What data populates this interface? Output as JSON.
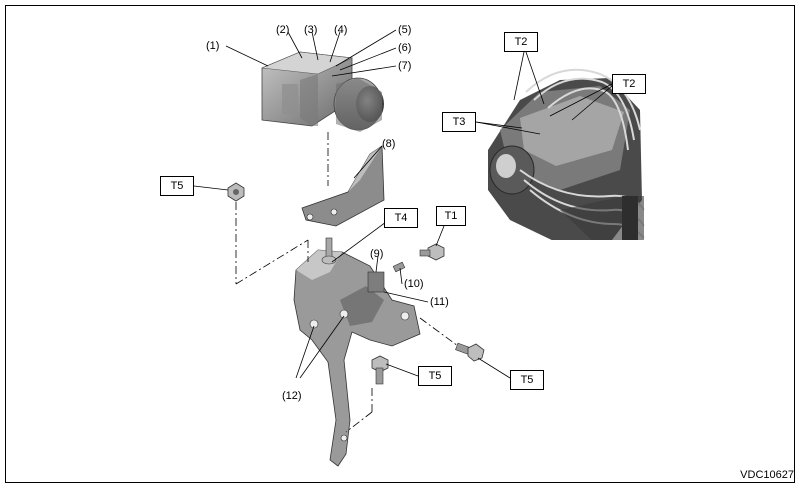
{
  "figure_code": "VDC10627",
  "part_labels": [
    "(1)",
    "(2)",
    "(3)",
    "(4)",
    "(5)",
    "(6)",
    "(7)",
    "(8)",
    "(9)",
    "(10)",
    "(11)",
    "(12)"
  ],
  "torque_labels": {
    "t5_left": "T5",
    "t4": "T4",
    "t1": "T1",
    "t5_bottom_mid": "T5",
    "t5_bottom_right": "T5",
    "t2_top": "T2",
    "t2_right": "T2",
    "t3": "T3"
  },
  "colors": {
    "line": "#000000",
    "part_fill": "#8a8a8a",
    "part_dark": "#5c5c5c",
    "part_light": "#bdbdbd",
    "photo_bg": "#3a3a3a"
  }
}
